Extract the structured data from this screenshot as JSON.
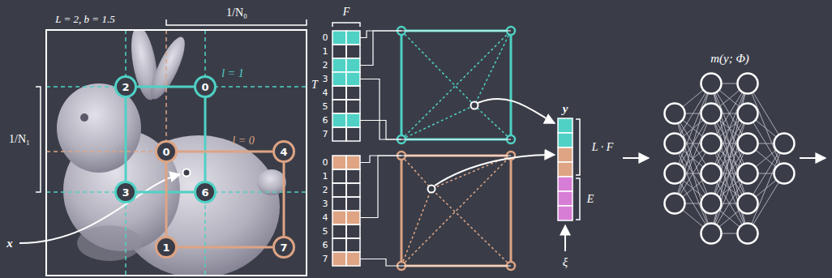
{
  "diagram": {
    "nodes": [
      {
        "text": [
          "2"
        ]
      },
      {
        "text": [
          "0"
        ]
      },
      {
        "text": [
          "0"
        ]
      },
      {
        "text": [
          "4"
        ]
      },
      {
        "text": [
          "3"
        ]
      },
      {
        "text": [
          "6"
        ]
      },
      {
        "text": [
          "1"
        ]
      },
      {
        "text": [
          "7"
        ]
      }
    ],
    "edges": [
      {
        "from": 0,
        "to": 1,
        "arrow": "none"
      },
      {
        "from": 1,
        "to": 5,
        "arrow": "none"
      },
      {
        "from": 5,
        "to": 4,
        "arrow": "none"
      },
      {
        "from": 4,
        "to": 0,
        "arrow": "none"
      },
      {
        "from": 2,
        "to": 3,
        "arrow": "none"
      },
      {
        "from": 3,
        "to": 7,
        "arrow": "none"
      },
      {
        "from": 7,
        "to": 6,
        "arrow": "none"
      },
      {
        "from": 6,
        "to": 2,
        "arrow": "none"
      }
    ],
    "labels": [
      "L = 2, b = 1.5",
      "1/N₀",
      "1/N₁",
      "l = 1",
      "l = 0",
      "x",
      "F",
      "T",
      "0",
      "1",
      "2",
      "3",
      "4",
      "5",
      "6",
      "7",
      "0",
      "1",
      "2",
      "3",
      "4",
      "5",
      "6",
      "7",
      "y",
      "L · F",
      "E",
      "ξ",
      "m(y; Φ)"
    ]
  }
}
